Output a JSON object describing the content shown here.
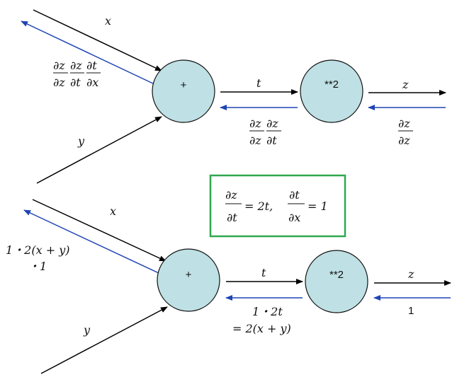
{
  "top": {
    "add_node": "+",
    "square_node": "**2",
    "x_label": "x",
    "y_label": "y",
    "t_label": "t",
    "z_label": "z",
    "grad_x": {
      "n1": "∂z",
      "d1": "∂z",
      "n2": "∂z",
      "d2": "∂t",
      "n3": "∂t",
      "d3": "∂x"
    },
    "grad_t": {
      "n1": "∂z",
      "d1": "∂z",
      "n2": "∂z",
      "d2": "∂t"
    },
    "grad_z": {
      "n1": "∂z",
      "d1": "∂z"
    }
  },
  "box": {
    "frac1_num": "∂z",
    "frac1_den": "∂t",
    "eq1": "= 2t,",
    "frac2_num": "∂t",
    "frac2_den": "∂x",
    "eq2": "= 1"
  },
  "bottom": {
    "add_node": "+",
    "square_node": "**2",
    "x_label": "x",
    "y_label": "y",
    "t_label": "t",
    "z_label": "z",
    "grad_x_line1": "1・2(x + y)",
    "grad_x_line2": "・1",
    "grad_t_line1": "1・2t",
    "grad_t_line2": "= 2(x + y)",
    "grad_z": "1"
  },
  "colors": {
    "node_fill": "#bfe0e4",
    "forward": "#000000",
    "backward": "#1f45b4",
    "box_border": "#2fa84f"
  }
}
